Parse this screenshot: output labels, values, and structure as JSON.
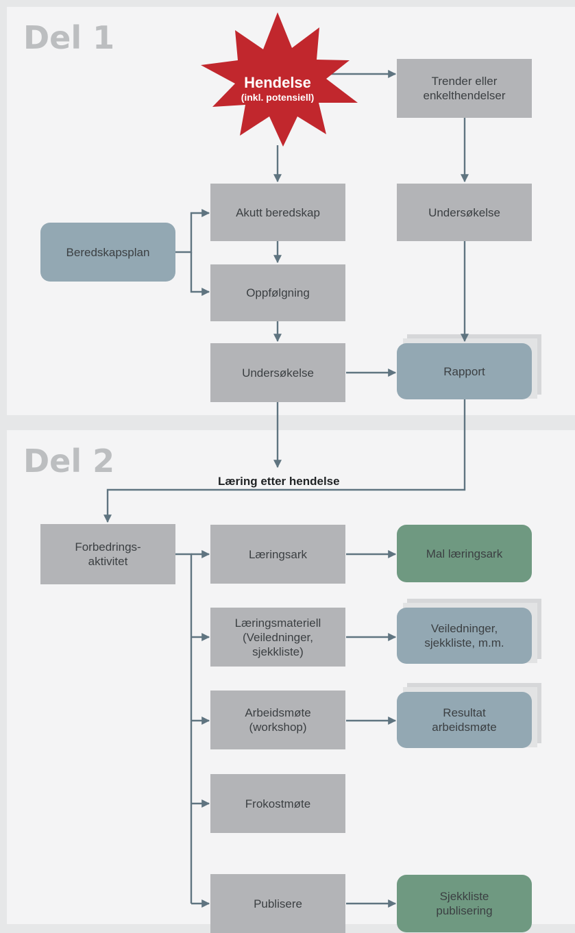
{
  "part1": {
    "title": "Del 1"
  },
  "part2": {
    "title": "Del 2"
  },
  "event": {
    "title": "Hendelse",
    "subtitle": "(inkl. potensiell)"
  },
  "nodes": {
    "trends": "Trender eller\nenkelthendelser",
    "investigation_right": "Undersøkelse",
    "preparedness_plan": "Beredskapsplan",
    "acute_preparedness": "Akutt beredskap",
    "follow_up": "Oppfølgning",
    "investigation_left": "Undersøkelse",
    "report": "Rapport",
    "improvement_activity": "Forbedrings-\naktivitet",
    "learning_sheet": "Læringsark",
    "learning_material": "Læringsmateriell\n(Veiledninger,\nsjekkliste)",
    "workshop": "Arbeidsmøte\n(workshop)",
    "lunch_meeting": "Frokostmøte",
    "publish": "Publisere",
    "template_learning_sheet": "Mal læringsark",
    "guides": "Veiledninger,\nsjekkliste, m.m.",
    "workshop_result": "Resultat\narbeidsmøte",
    "publish_checklist": "Sjekkliste\npublisering"
  },
  "learning_label": "Læring etter hendelse",
  "colors": {
    "process": "#b3b4b7",
    "document": "#93a8b3",
    "template": "#6f9981",
    "event": "#c1272d",
    "connector": "#5f7480"
  }
}
